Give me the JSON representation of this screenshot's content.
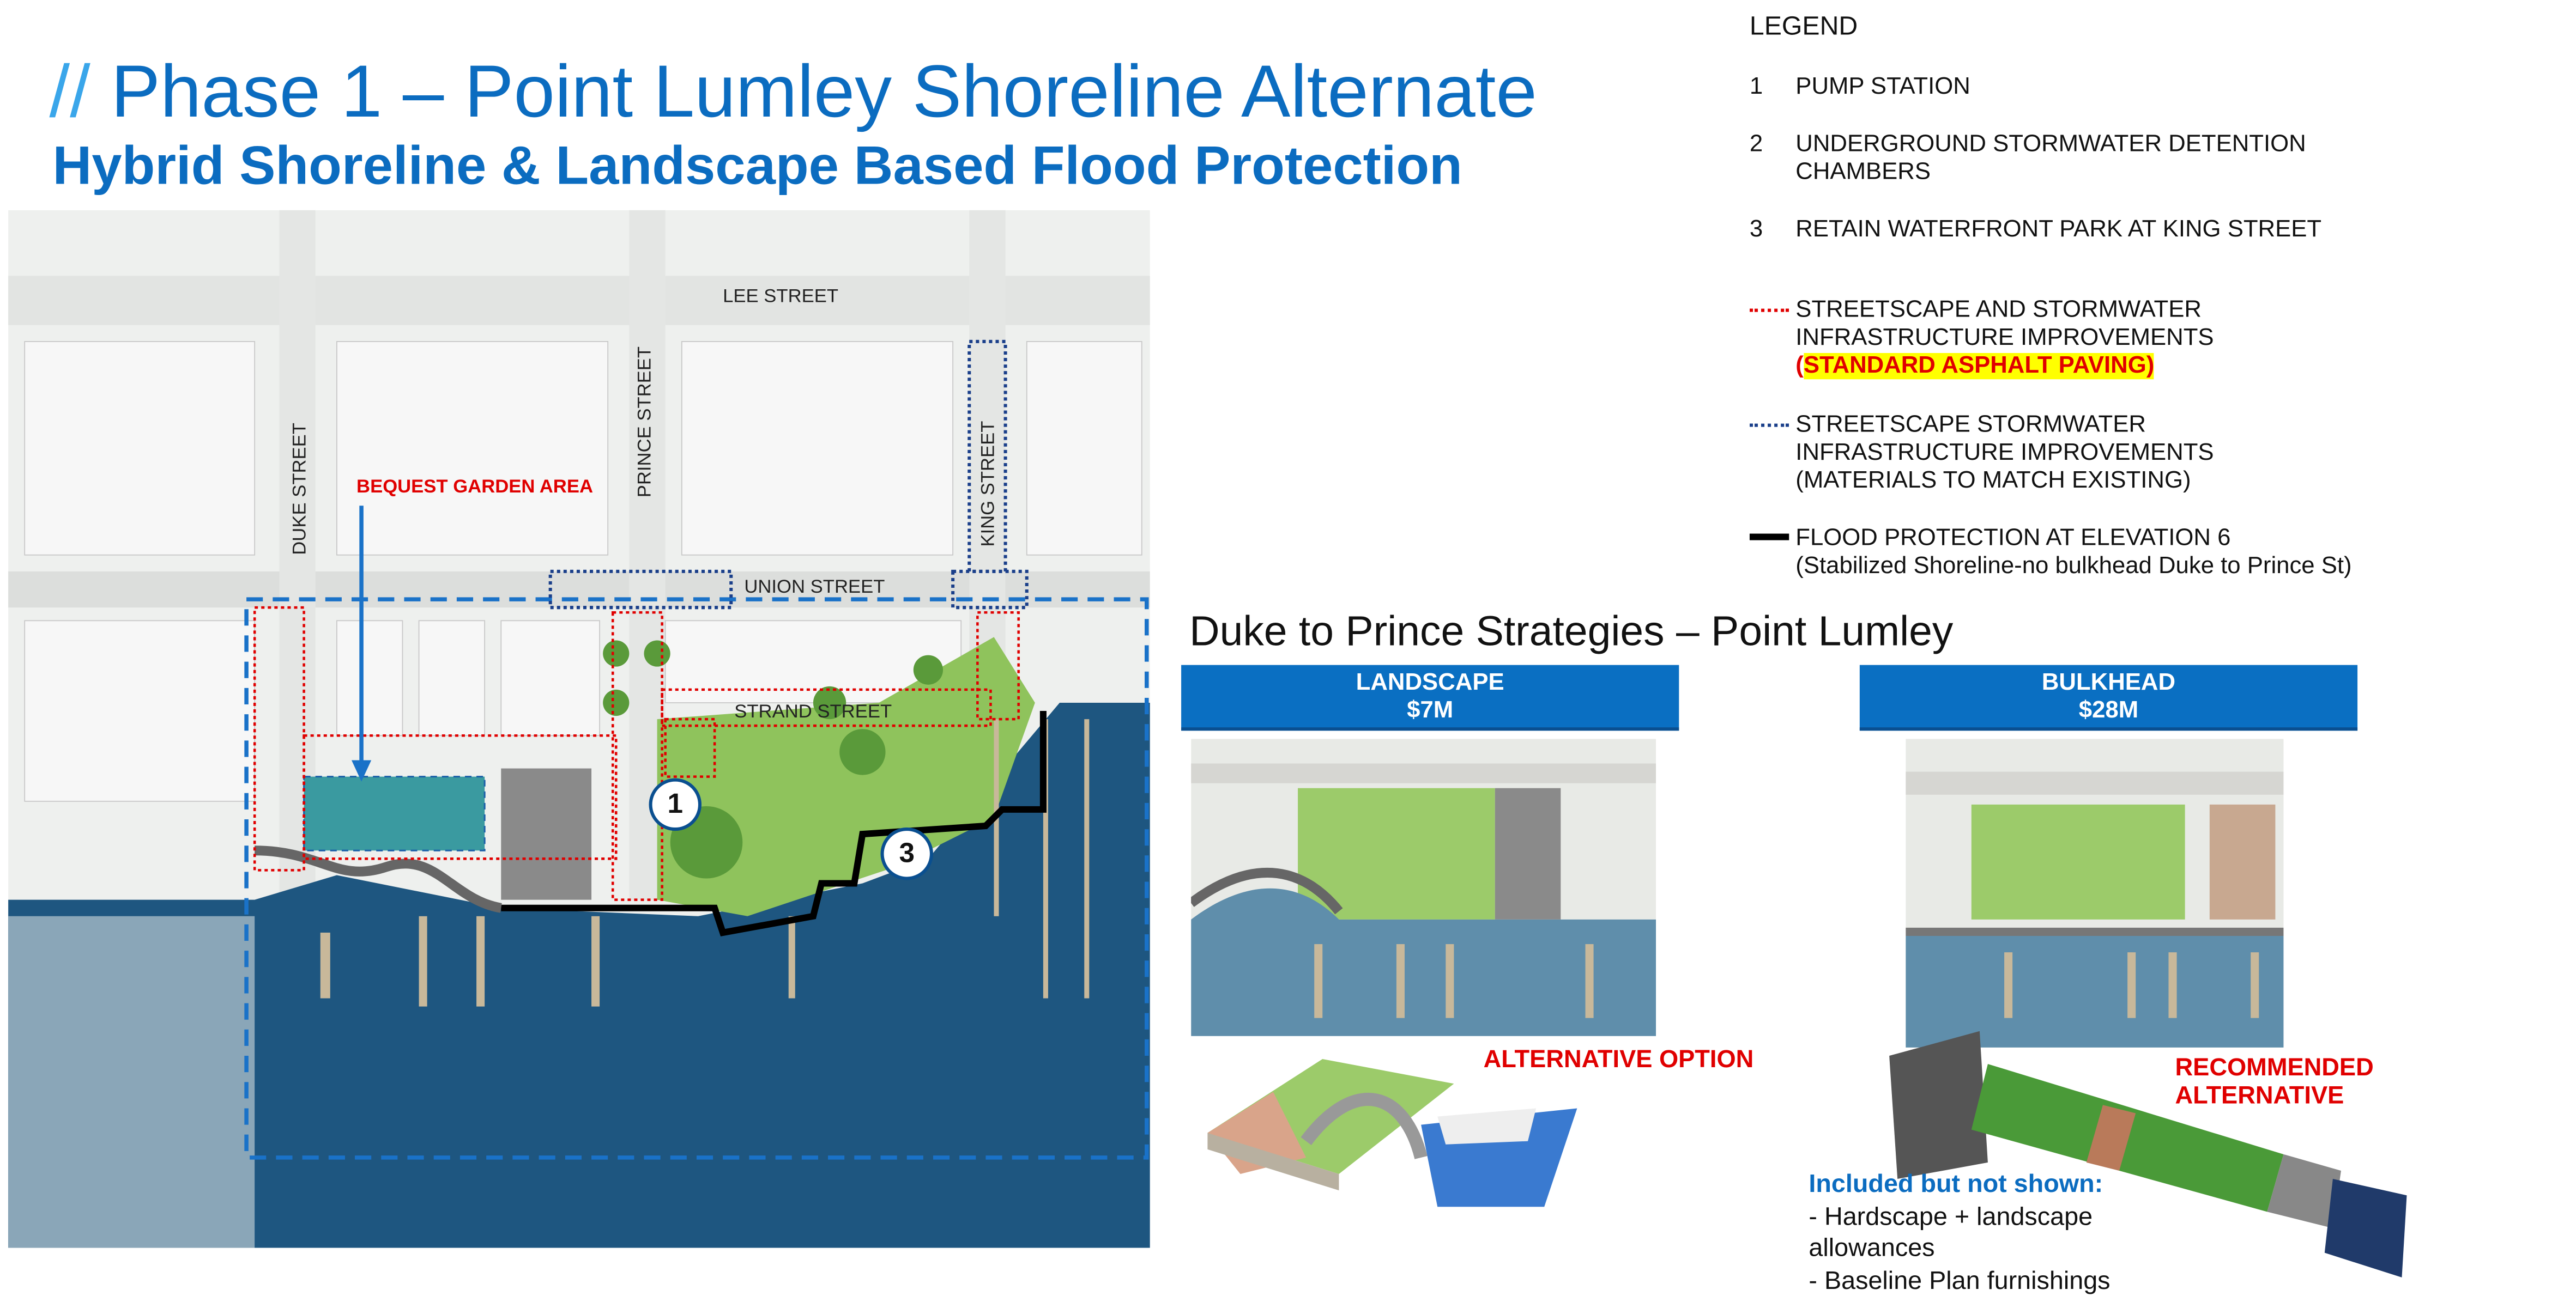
{
  "header": {
    "slashes": "//",
    "title": "Phase 1 – Point Lumley Shoreline Alternate",
    "subtitle": "Hybrid Shoreline & Landscape Based Flood Protection"
  },
  "map": {
    "streets": {
      "lee": "LEE STREET",
      "union": "UNION STREET",
      "strand": "STRAND STREET",
      "duke": "DUKE STREET",
      "prince": "PRINCE STREET",
      "king": "KING STREET"
    },
    "bequest_label": "BEQUEST GARDEN AREA",
    "markers": [
      "1",
      "3"
    ]
  },
  "legend": {
    "title": "LEGEND",
    "items": [
      {
        "num": "1",
        "text": "PUMP STATION"
      },
      {
        "num": "2",
        "line1": "UNDERGROUND STORMWATER DETENTION",
        "line2": "CHAMBERS"
      },
      {
        "num": "3",
        "text": "RETAIN WATERFRONT PARK AT KING STREET"
      }
    ],
    "red_dotted": {
      "line1": "STREETSCAPE AND STORMWATER",
      "line2": "INFRASTRUCTURE IMPROVEMENTS",
      "open": "(",
      "highlight": "STANDARD ASPHALT PAVING)"
    },
    "blue_dotted": {
      "line1": "STREETSCAPE STORMWATER",
      "line2": "INFRASTRUCTURE IMPROVEMENTS",
      "line3": "(MATERIALS TO MATCH EXISTING)"
    },
    "black_line": {
      "line1": "FLOOD PROTECTION AT ELEVATION 6",
      "line2": "(Stabilized Shoreline-no bulkhead Duke to Prince St)"
    },
    "colors": {
      "red": "#e00000",
      "blue": "#1a3f8a",
      "black": "#000000"
    }
  },
  "strategies": {
    "title": "Duke to Prince Strategies – Point Lumley",
    "landscape": {
      "label": "LANDSCAPE",
      "cost": "$7M",
      "tag": "ALTERNATIVE OPTION"
    },
    "bulkhead": {
      "label": "BULKHEAD",
      "cost": "$28M",
      "tag_line1": "RECOMMENDED",
      "tag_line2": "ALTERNATIVE"
    },
    "included": {
      "title": "Included but not shown:",
      "line1": "- Hardscape + landscape",
      "line2": "allowances",
      "line3": "- Baseline Plan furnishings"
    }
  }
}
